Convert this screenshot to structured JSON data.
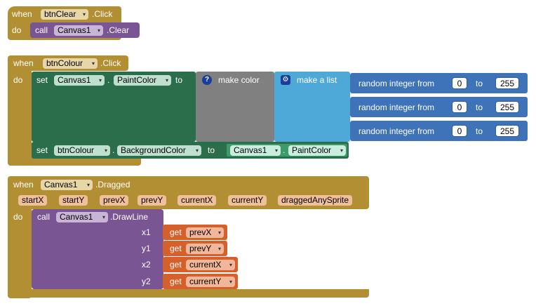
{
  "blocks": {
    "btnclear": {
      "when": "when",
      "component": "btnClear",
      "event": ".Click",
      "do": "do",
      "call": "call",
      "target": "Canvas1",
      "method": ".Clear"
    },
    "btncolour": {
      "when": "when",
      "component": "btnColour",
      "event": ".Click",
      "do": "do",
      "set1": {
        "set": "set",
        "component": "Canvas1",
        "dot": ".",
        "property": "PaintColor",
        "to": "to"
      },
      "make_color": "make color",
      "make_list": "make a list",
      "random_rows": [
        {
          "label": "random integer from",
          "from": "0",
          "to_label": "to",
          "to": "255"
        },
        {
          "label": "random integer from",
          "from": "0",
          "to_label": "to",
          "to": "255"
        },
        {
          "label": "random integer from",
          "from": "0",
          "to_label": "to",
          "to": "255"
        }
      ],
      "set2": {
        "set": "set",
        "component": "btnColour",
        "dot": ".",
        "property": "BackgroundColor",
        "to": "to",
        "value_component": "Canvas1",
        "value_dot": ".",
        "value_property": "PaintColor"
      }
    },
    "canvasdrag": {
      "when": "when",
      "component": "Canvas1",
      "event": ".Dragged",
      "do": "do",
      "params": [
        "startX",
        "startY",
        "prevX",
        "prevY",
        "currentX",
        "currentY",
        "draggedAnySprite"
      ],
      "call": "call",
      "target": "Canvas1",
      "method": ".DrawLine",
      "args": [
        {
          "name": "x1",
          "get": "get",
          "var": "prevX"
        },
        {
          "name": "y1",
          "get": "get",
          "var": "prevY"
        },
        {
          "name": "x2",
          "get": "get",
          "var": "currentX"
        },
        {
          "name": "y2",
          "get": "get",
          "var": "currentY"
        }
      ]
    }
  },
  "icons": {
    "help": "question-mark-icon",
    "gear": "gear-icon",
    "dropdown": "dropdown-arrow-icon"
  },
  "colors": {
    "event": "#b38f33",
    "procedure": "#7a5593",
    "setter": "#2b6e4c",
    "list": "#4fa9d8",
    "make_color": "#808080",
    "math": "#3f73b8",
    "variable": "#d4602b"
  }
}
